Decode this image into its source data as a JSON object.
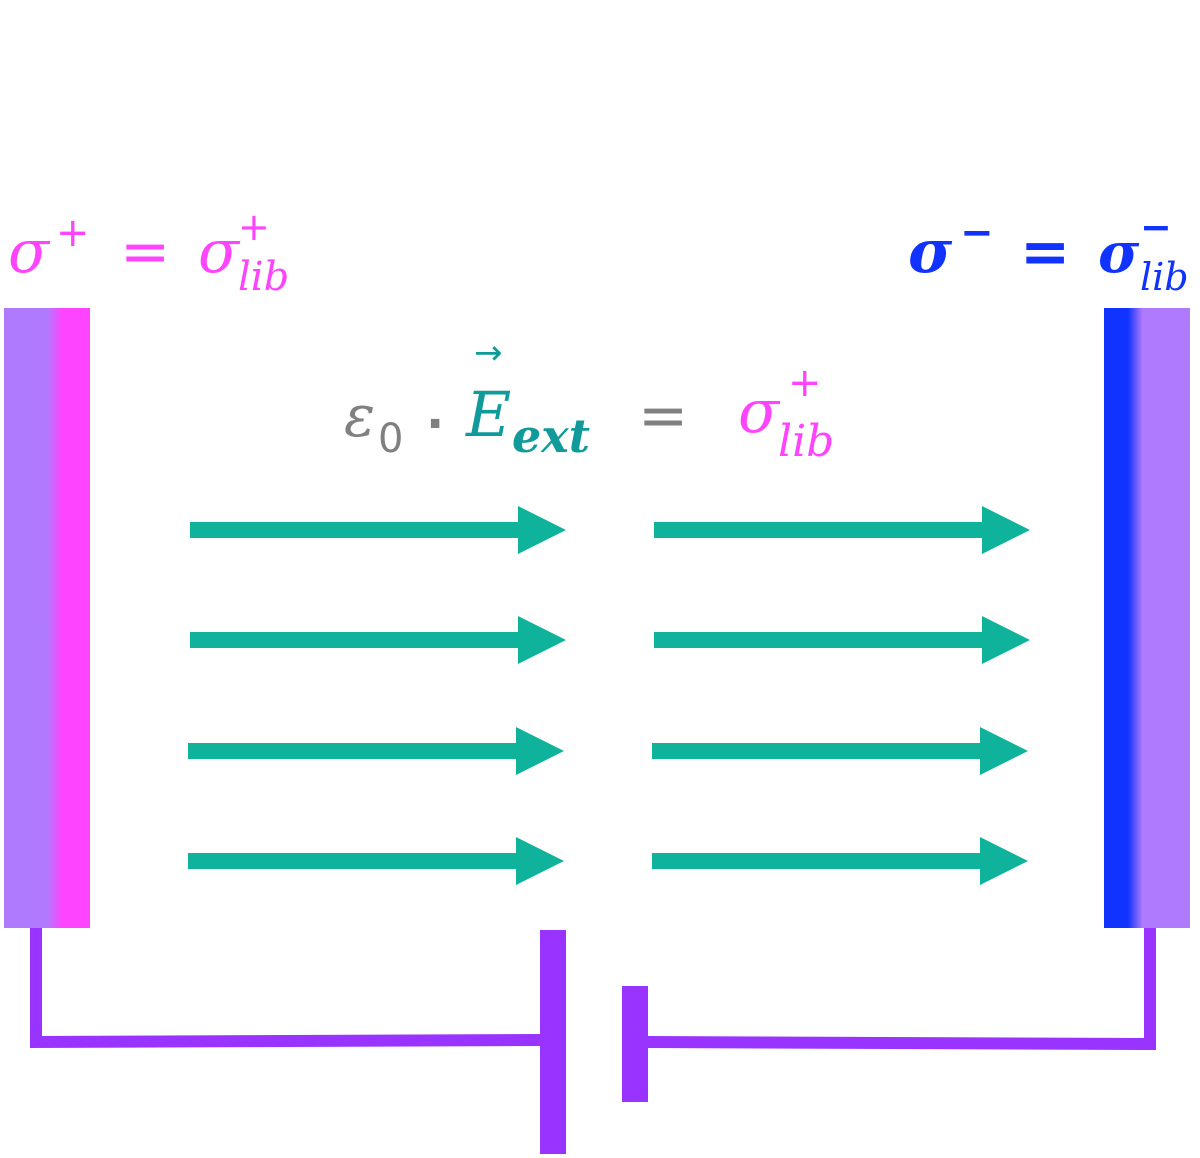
{
  "colors": {
    "positive": "#ff44ff",
    "negative": "#1133ff",
    "plate": "#b07aff",
    "field": "#0fb39b",
    "field_label": "#109a9a",
    "epsilon": "#808080",
    "wire": "#9933ff"
  },
  "left_label": {
    "sigma": "σ",
    "sup": "+",
    "eq": "=",
    "sigma2": "σ",
    "sub": "lib",
    "sup2": "+"
  },
  "right_label": {
    "sigma": "σ",
    "sup": "−",
    "eq": "=",
    "sigma2": "σ",
    "sub": "lib",
    "sup2": "−"
  },
  "formula": {
    "epsilon": "ε",
    "epsilon_sub": "0",
    "dot": "·",
    "E": "E",
    "arrow": "→",
    "E_sub": "ext",
    "eq": "=",
    "sigma": "σ",
    "sigma_sub": "lib",
    "sigma_sup": "+"
  },
  "field_arrows": {
    "rows": 4,
    "columns": 2
  }
}
